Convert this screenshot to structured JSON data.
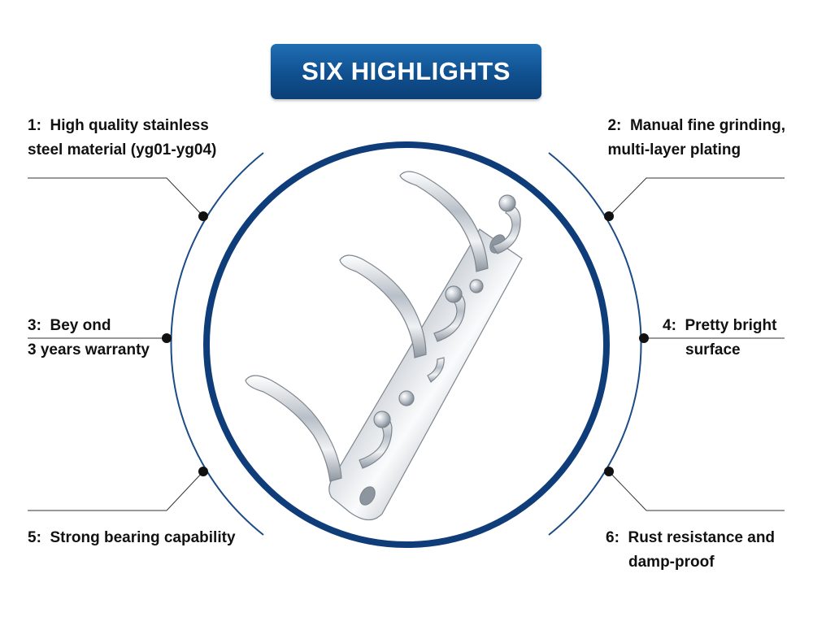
{
  "banner": {
    "title": "SIX HIGHLIGHTS"
  },
  "highlights": [
    {
      "num": "1:",
      "lines": [
        "High quality stainless",
        "steel material (yg01-yg04)"
      ]
    },
    {
      "num": "2:",
      "lines": [
        "Manual fine grinding,",
        "multi-layer plating"
      ]
    },
    {
      "num": "3:",
      "lines": [
        "Bey ond",
        "3 years warranty"
      ]
    },
    {
      "num": "4:",
      "lines": [
        "Pretty bright",
        "surface"
      ]
    },
    {
      "num": "5:",
      "lines": [
        "Strong bearing capability"
      ]
    },
    {
      "num": "6:",
      "lines": [
        "Rust resistance and",
        "damp-proof"
      ]
    }
  ],
  "colors": {
    "banner": "#10508f",
    "ring": "#0f3d7a",
    "text": "#111111",
    "chrome": "#c9ced4"
  },
  "product_image": "chrome-three-hook-coat-rack"
}
